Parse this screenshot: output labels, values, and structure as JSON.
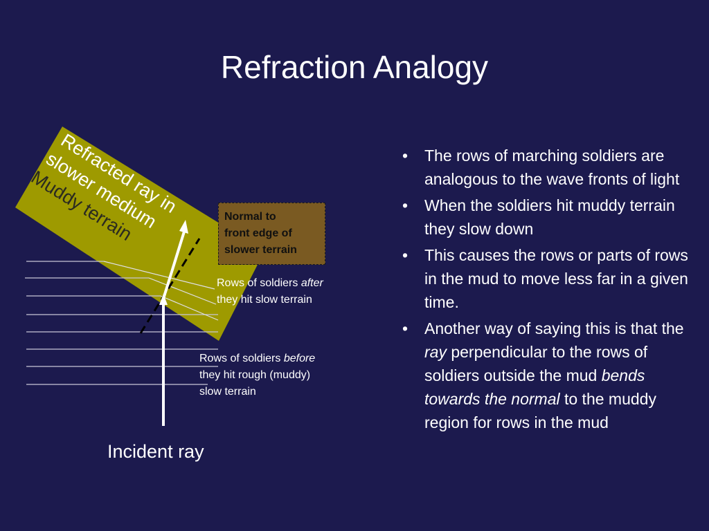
{
  "slide": {
    "title": "Refraction Analogy"
  },
  "diagram": {
    "band_line1": "Refracted ray in",
    "band_line2": "slower medium",
    "band_line3": "Muddy terrain",
    "normal_label_line1": "Normal to",
    "normal_label_line2": "front edge of",
    "normal_label_line3": "slower terrain",
    "after_label_prefix": "Rows of soldiers ",
    "after_label_emph": "after",
    "after_label_line2": "they hit slow terrain",
    "before_label_prefix": "Rows of soldiers ",
    "before_label_emph": "before",
    "before_label_line2": "they hit rough (muddy)",
    "before_label_line3": "slow terrain",
    "incident_label": "Incident ray",
    "colors": {
      "band": "#9e9a00",
      "normal_box": "#7a5a22",
      "background": "#1c1a4e",
      "lines": "#c8c8d8"
    }
  },
  "bullets": {
    "b1": "The rows of marching soldiers are analogous to the wave fronts of light",
    "b2": "When the soldiers hit muddy terrain they slow down",
    "b3": "This causes the rows or parts of rows in the mud to move less far in a given time.",
    "b4_part1": "Another way of saying this is that the ",
    "b4_ray": "ray",
    "b4_part2": " perpendicular to the rows of soldiers outside the mud ",
    "b4_emph": "bends towards the normal",
    "b4_part3": " to the muddy region for rows in the mud"
  }
}
